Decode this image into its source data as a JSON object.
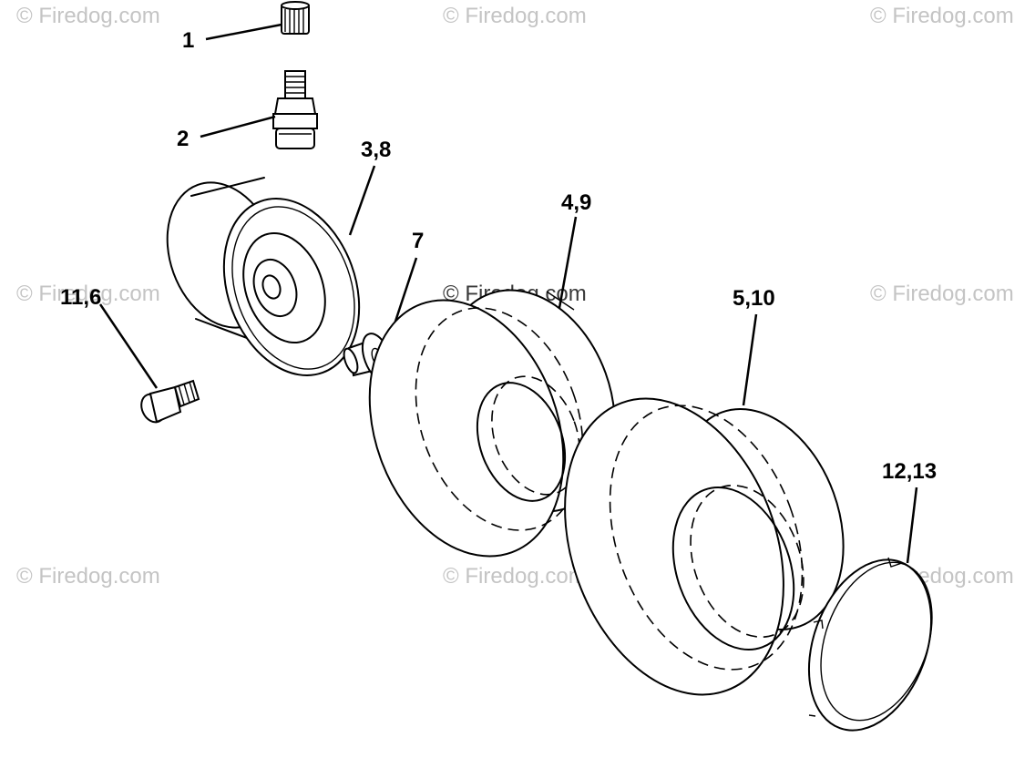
{
  "watermark": "© Firedog.com",
  "callouts": {
    "valve_cap": "1",
    "valve_stem": "2",
    "rim": "3,8",
    "bushing": "7",
    "grease_fitting": "11,6",
    "tire_front": "4,9",
    "tire_rear": "5,10",
    "hub_cap": "12,13"
  }
}
